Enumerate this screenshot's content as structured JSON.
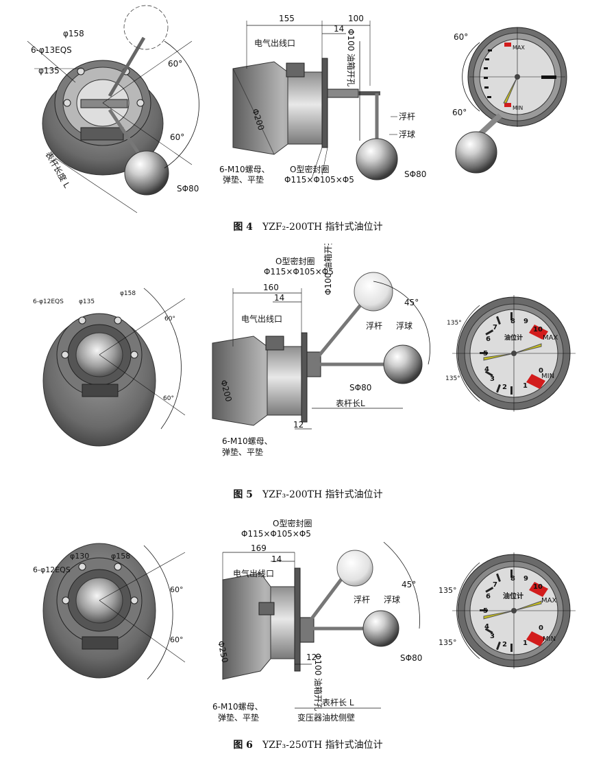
{
  "figures": [
    {
      "caption_num": "图 4",
      "caption_text": "YZF₂-200TH 指针式油位计",
      "left_labels": {
        "d158": "φ158",
        "holes": "6-φ13EQS",
        "d135": "φ135",
        "angle_top": "60°",
        "angle_bot": "60°",
        "rod_length": "表杆长度 L",
        "ball": "SΦ80"
      },
      "side_labels": {
        "dim155": "155",
        "dim100": "100",
        "dim14": "14",
        "outlet": "电气出线口",
        "tank_hole": "Φ100 油箱开孔",
        "diameter": "Φ200",
        "float_rod": "浮杆",
        "float_ball": "浮球",
        "nuts": "6-M10螺母、",
        "washers": "弹垫、平垫",
        "oring": "O型密封圈",
        "oring_size": "Φ115×Φ105×Φ5",
        "ball": "SΦ80"
      },
      "dial": {
        "angle_top": "60°",
        "angle_bot": "60°",
        "max": "MAX",
        "min": "MIN"
      }
    },
    {
      "caption_num": "图 5",
      "caption_text": "YZF₃-200TH 指针式油位计",
      "left_labels": {
        "holes": "6-φ12EQS",
        "d135": "φ135",
        "d158": "φ158",
        "angle_top": "60°",
        "angle_bot": "60°"
      },
      "side_labels": {
        "oring": "O型密封圈",
        "oring_size": "Φ115×Φ105×Φ5",
        "dim160": "160",
        "dim14": "14",
        "tank_hole": "Φ100 油箱开孔",
        "angle": "45°",
        "outlet": "电气出线口",
        "float_rod": "浮杆",
        "float_ball": "浮球",
        "diameter": "Φ200",
        "ball": "SΦ80",
        "rod_length": "表杆长L",
        "dim12": "12",
        "nuts": "6-M10螺母、",
        "washers": "弹垫、平垫"
      },
      "dial": {
        "angle_top": "135°",
        "angle_bot": "135°",
        "title": "油位计",
        "max": "MAX",
        "min": "MIN",
        "ticks": [
          "0",
          "1",
          "2",
          "3",
          "4",
          "5",
          "6",
          "7",
          "8",
          "9",
          "10"
        ]
      }
    },
    {
      "caption_num": "图 6",
      "caption_text": "YZF₃-250TH 指针式油位计",
      "left_labels": {
        "holes": "6-φ12EQS",
        "d130": "φ130",
        "d158": "φ158",
        "angle_top": "60°",
        "angle_bot": "60°"
      },
      "side_labels": {
        "oring": "O型密封圈",
        "oring_size": "Φ115×Φ105×Φ5",
        "dim169": "169",
        "dim14": "14",
        "outlet": "电气出线口",
        "angle": "45°",
        "float_rod": "浮杆",
        "float_ball": "浮球",
        "diameter": "Φ250",
        "dim12": "12",
        "ball": "SΦ80",
        "tank_hole": "Φ100 油箱开孔",
        "rod_length": "表杆长 L",
        "nuts": "6-M10螺母、",
        "washers": "弹垫、平垫",
        "wall": "变压器油枕侧壁"
      },
      "dial": {
        "angle_top": "135°",
        "angle_bot": "135°",
        "title": "油位计",
        "max": "MAX",
        "min": "MIN",
        "ticks": [
          "0",
          "1",
          "2",
          "3",
          "4",
          "5",
          "6",
          "7",
          "8",
          "9",
          "10"
        ]
      }
    }
  ],
  "colors": {
    "metal_dark": "#5a5a5a",
    "metal_mid": "#9a9a9a",
    "metal_light": "#d9d9d9",
    "dial_face": "#dcdcdc",
    "needle": "#c8c020",
    "red_mark": "#d21c1c"
  }
}
